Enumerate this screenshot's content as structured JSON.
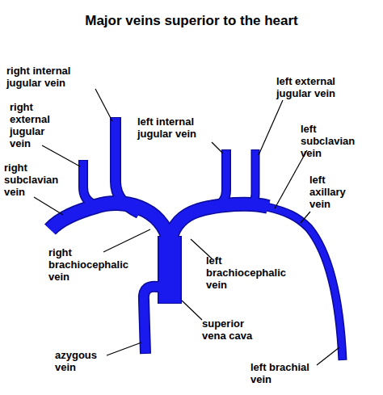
{
  "diagram": {
    "title": "Major veins superior to the heart",
    "labels": [
      "right internal jugular vein",
      "right external jugular vein",
      "right subclavian vein",
      "left internal jugular vein",
      "left external jugular vein",
      "left subclavian vein",
      "left axillary vein",
      "right brachiocephalic vein",
      "left brachiocephalic vein",
      "superior vena cava",
      "azygous vein",
      "left brachial vein"
    ]
  }
}
